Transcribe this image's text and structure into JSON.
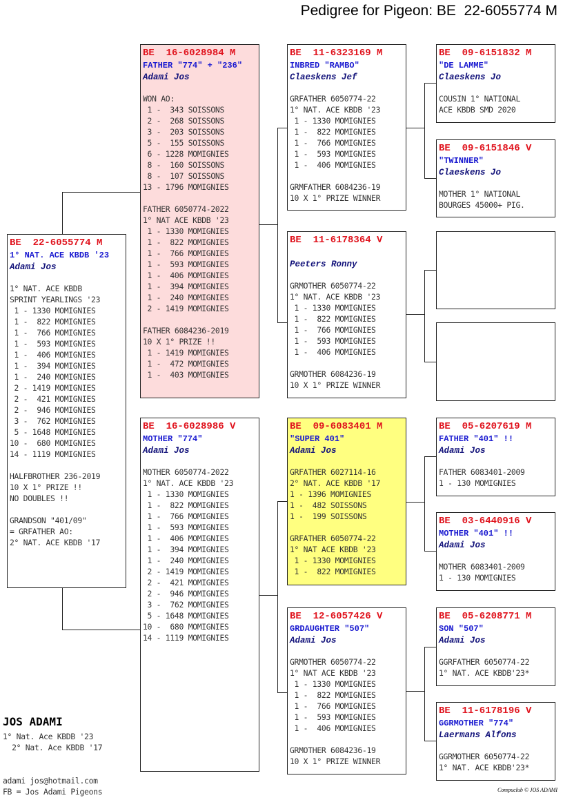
{
  "title": "Pedigree for Pigeon: BE  22-6055774 M",
  "colors": {
    "ring": "#e0141e",
    "name": "#1a1ad0",
    "father_bg": "#fddcdc",
    "super_bg": "#ffff80"
  },
  "cards": {
    "subject": {
      "ring": "BE  22-6055774 M",
      "name": "1° NAT. ACE KBDB '23",
      "owner": "Adami Jos",
      "body": [
        "1° NAT. ACE KBDB",
        "SPRINT YEARLINGS '23",
        " 1 - 1330 MOMIGNIES",
        " 1 -  822 MOMIGNIES",
        " 1 -  766 MOMIGNIES",
        " 1 -  593 MOMIGNIES",
        " 1 -  406 MOMIGNIES",
        " 1 -  394 MOMIGNIES",
        " 1 -  240 MOMIGNIES",
        " 2 - 1419 MOMIGNIES",
        " 2 -  421 MOMIGNIES",
        " 2 -  946 MOMIGNIES",
        " 3 -  762 MOMIGNIES",
        " 5 - 1648 MOMIGNIES",
        "10 -  680 MOMIGNIES",
        "14 - 1119 MOMIGNIES",
        "",
        "HALFBROTHER 236-2019",
        "10 X 1° PRIZE !!",
        "NO DOUBLES !!",
        "",
        "GRANDSON \"401/09\"",
        "= GRFATHER AO:",
        "2° NAT. ACE KBDB '17"
      ]
    },
    "father": {
      "ring": "BE  16-6028984 M",
      "name": "FATHER \"774\" + \"236\"",
      "owner": "Adami Jos",
      "body": [
        "WON AO:",
        " 1 -  343 SOISSONS",
        " 2 -  268 SOISSONS",
        " 3 -  203 SOISSONS",
        " 5 -  155 SOISSONS",
        " 6 - 1228 MOMIGNIES",
        " 8 -  160 SOISSONS",
        " 8 -  107 SOISSONS",
        "13 - 1796 MOMIGNIES",
        "",
        "FATHER 6050774-2022",
        "1° NAT ACE KBDB '23",
        " 1 - 1330 MOMIGNIES",
        " 1 -  822 MOMIGNIES",
        " 1 -  766 MOMIGNIES",
        " 1 -  593 MOMIGNIES",
        " 1 -  406 MOMIGNIES",
        " 1 -  394 MOMIGNIES",
        " 1 -  240 MOMIGNIES",
        " 2 - 1419 MOMIGNIES",
        "",
        "FATHER 6084236-2019",
        "10 X 1° PRIZE !!",
        " 1 - 1419 MOMIGNIES",
        " 1 -  472 MOMIGNIES",
        " 1 -  403 MOMIGNIES"
      ]
    },
    "mother": {
      "ring": "BE  16-6028986 V",
      "name": "MOTHER \"774\"",
      "owner": "Adami Jos",
      "body": [
        "MOTHER 6050774-2022",
        "1° NAT. ACE KBDB '23",
        " 1 - 1330 MOMIGNIES",
        " 1 -  822 MOMIGNIES",
        " 1 -  766 MOMIGNIES",
        " 1 -  593 MOMIGNIES",
        " 1 -  406 MOMIGNIES",
        " 1 -  394 MOMIGNIES",
        " 1 -  240 MOMIGNIES",
        " 2 - 1419 MOMIGNIES",
        " 2 -  421 MOMIGNIES",
        " 2 -  946 MOMIGNIES",
        " 3 -  762 MOMIGNIES",
        " 5 - 1648 MOMIGNIES",
        "10 -  680 MOMIGNIES",
        "14 - 1119 MOMIGNIES"
      ]
    },
    "ff": {
      "ring": "BE  11-6323169 M",
      "name": "INBRED \"RAMBO\"",
      "owner": "Claeskens Jef",
      "body": [
        "GRFATHER 6050774-22",
        "1° NAT. ACE KBDB '23",
        " 1 - 1330 MOMIGNIES",
        " 1 -  822 MOMIGNIES",
        " 1 -  766 MOMIGNIES",
        " 1 -  593 MOMIGNIES",
        " 1 -  406 MOMIGNIES",
        "",
        "GRMFATHER 6084236-19",
        "10 X 1° PRIZE WINNER"
      ]
    },
    "fm": {
      "ring": "BE  11-6178364 V",
      "name": "",
      "owner": "Peeters Ronny",
      "body": [
        "GRMOTHER 6050774-22",
        "1° NAT. ACE KBDB '23",
        " 1 - 1330 MOMIGNIES",
        " 1 -  822 MOMIGNIES",
        " 1 -  766 MOMIGNIES",
        " 1 -  593 MOMIGNIES",
        " 1 -  406 MOMIGNIES",
        "",
        "GRMOTHER 6084236-19",
        "10 X 1° PRIZE WINNER"
      ]
    },
    "mf": {
      "ring": "BE  09-6083401 M",
      "name": "\"SUPER 401\"",
      "owner": "Adami Jos",
      "body": [
        "GRFATHER 6027114-16",
        "2° NAT. ACE KBDB '17",
        "1 - 1396 MOMIGNIES",
        "1 -  482 SOISSONS",
        "1 -  199 SOISSONS",
        "",
        "GRFATHER 6050774-22",
        "1° NAT ACE KBDB '23",
        " 1 - 1330 MOMIGNIES",
        " 1 -  822 MOMIGNIES"
      ]
    },
    "mm": {
      "ring": "BE  12-6057426 V",
      "name": "GRDAUGHTER \"507\"",
      "owner": "Adami Jos",
      "body": [
        "GRMOTHER 6050774-22",
        "1° NAT ACE KBDB '23",
        " 1 - 1330 MOMIGNIES",
        " 1 -  822 MOMIGNIES",
        " 1 -  766 MOMIGNIES",
        " 1 -  593 MOMIGNIES",
        " 1 -  406 MOMIGNIES",
        "",
        "GRMOTHER 6084236-19",
        "10 X 1° PRIZE WINNER"
      ]
    },
    "fff": {
      "ring": "BE  09-6151832 M",
      "name": "\"DE LAMME\"",
      "owner": "Claeskens Jo",
      "body": [
        "COUSIN 1° NATIONAL",
        "ACE KBDB SMD 2020"
      ]
    },
    "ffm": {
      "ring": "BE  09-6151846 V",
      "name": "\"TWINNER\"",
      "owner": "Claeskens Jo",
      "body": [
        "MOTHER 1° NATIONAL",
        "BOURGES 45000+ PIG."
      ]
    },
    "fmf": {
      "ring": "",
      "name": "",
      "owner": "",
      "body": []
    },
    "fmm": {
      "ring": "",
      "name": "",
      "owner": "",
      "body": []
    },
    "mff": {
      "ring": "BE  05-6207619 M",
      "name": "FATHER \"401\" !!",
      "owner": "Adami Jos",
      "body": [
        "FATHER 6083401-2009",
        "1 - 130 MOMIGNIES"
      ]
    },
    "mfm": {
      "ring": "BE  03-6440916 V",
      "name": "MOTHER \"401\" !!",
      "owner": "Adami Jos",
      "body": [
        "MOTHER 6083401-2009",
        "1 - 130 MOMIGNIES"
      ]
    },
    "mmf": {
      "ring": "BE  05-6208771 M",
      "name": "SON \"507\"",
      "owner": "Adami Jos",
      "body": [
        "GGRFATHER 6050774-22",
        "1° NAT. ACE KBDB'23*"
      ]
    },
    "mmm": {
      "ring": "BE  11-6178196 V",
      "name": "GGRMOTHER \"774\"",
      "owner": "Laermans Alfons",
      "body": [
        "GGRMOTHER 6050774-22",
        "1° NAT. ACE KBDB'23*"
      ]
    }
  },
  "footer": {
    "name": "JOS ADAMI",
    "line1": "1° Nat. Ace KBDB '23",
    "line2": "  2° Nat. Ace KBDB '17",
    "email": "adami jos@hotmail.com",
    "fb": "FB = Jos Adami Pigeons",
    "credit": "Compuclub © JOS ADAMI"
  }
}
